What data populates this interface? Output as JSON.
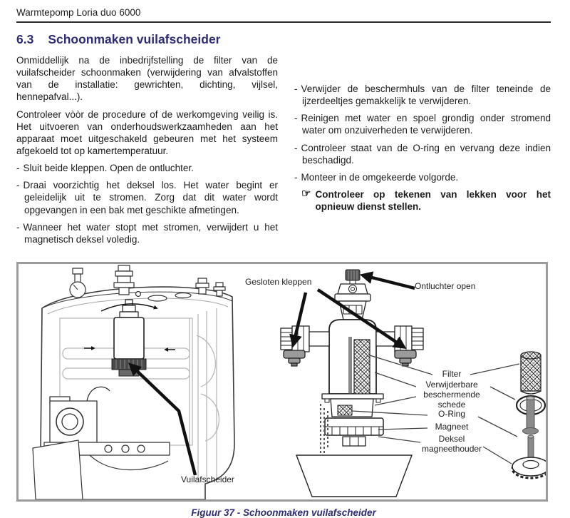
{
  "header": {
    "title": "Warmtepomp Loria duo 6000"
  },
  "section": {
    "number": "6.3",
    "title": "Schoonmaken vuilafscheider"
  },
  "left_column": {
    "para1": "Onmiddellijk na de inbedrijfstelling de filter van de vuilafscheider schoonmaken (verwijdering van afvalstoffen van de installatie: gewrichten, dichting, vijlsel, hennepafval...).",
    "para2": "Controleer vòòr de procedure of de werkomgeving veilig is. Het uitvoeren van onderhoudswerkzaamheden aan het apparaat moet uitgeschakeld gebeuren met het systeem afgekoeld tot op kamertemperatuur.",
    "bullets": [
      "Sluit beide kleppen. Open de ontluchter.",
      "Draai voorzichtig het deksel los. Het water begint er geleidelijk uit te stromen. Zorg dat dit water wordt opgevangen in een bak met geschikte afmetingen.",
      "Wanneer het water stopt met stromen, verwijdert u het magnetisch deksel voledig."
    ]
  },
  "right_column": {
    "bullets": [
      "Verwijder de beschermhuls van de filter teneinde de ijzerdeeltjes gemakkelijk te verwijderen.",
      "Reinigen met water en spoel grondig onder stromend water om onzuiverheden te verwijderen.",
      "Controleer staat van de O-ring en vervang deze indien beschadigd.",
      "Monteer in de omgekeerde volgorde."
    ],
    "note": {
      "icon": "☞",
      "text": "Controleer op tekenen van lekken voor het opnieuw dienst stellen."
    }
  },
  "figure": {
    "labels": {
      "gesloten_kleppen": "Gesloten kleppen",
      "ontluchter_open": "Ontluchter open",
      "filter": "Filter",
      "beschermende_schede": "Verwijderbare beschermende schede",
      "o_ring": "O-Ring",
      "magneet": "Magneet",
      "deksel_magneethouder": "Deksel magneethouder",
      "vuilafscheider": "Vuilafscheider"
    },
    "caption": "Figuur 37 - Schoonmaken vuilafscheider"
  },
  "colors": {
    "accent": "#2d2c74",
    "text": "#1b1b1b",
    "figure_border": "#9b9b9b"
  }
}
